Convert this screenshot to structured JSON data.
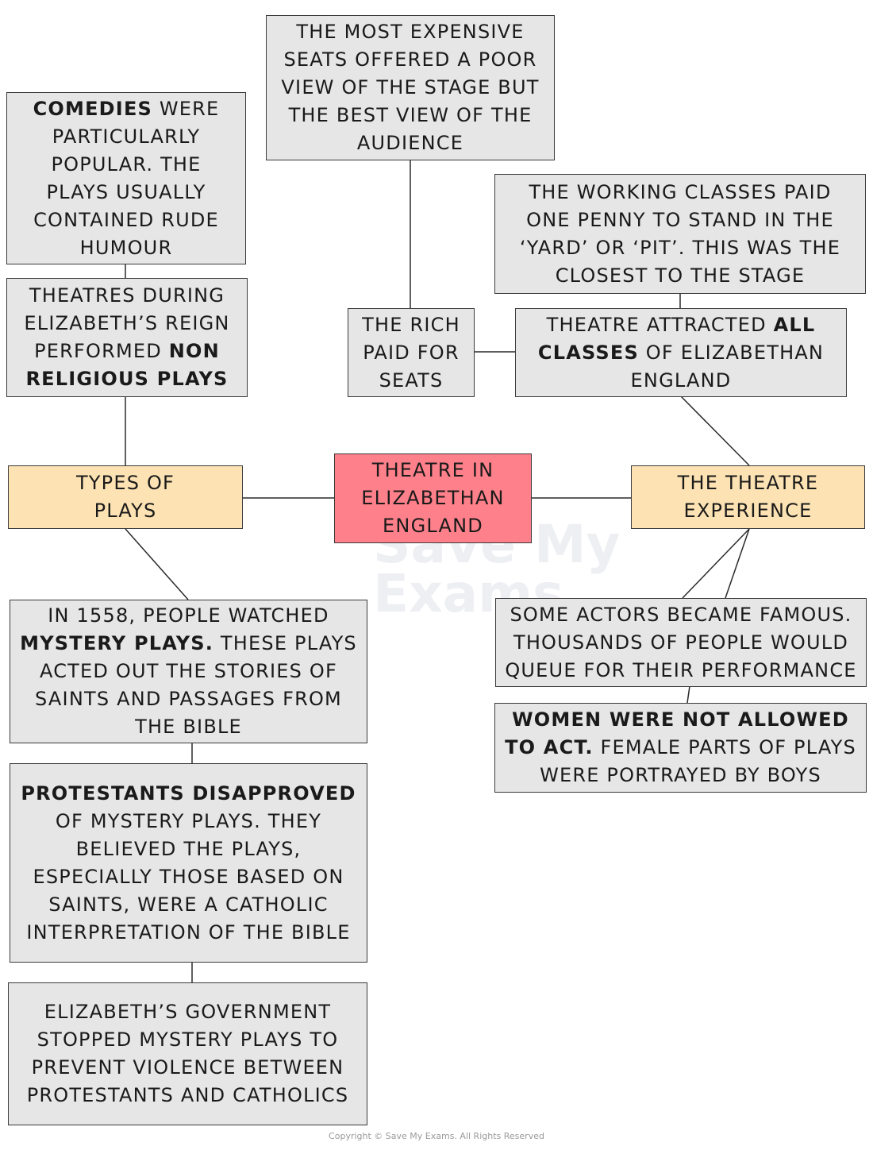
{
  "center": {
    "text": "THEATRE IN ELIZABETHAN ENGLAND"
  },
  "branches": {
    "types": {
      "text": "TYPES OF PLAYS"
    },
    "experience": {
      "text": "THE THEATRE EXPERIENCE"
    }
  },
  "types_nodes": {
    "comedies": [
      {
        "text": "COMEDIES",
        "bold": true
      },
      {
        "text": " WERE PARTICULARLY POPULAR. THE PLAYS USUALLY CONTAINED RUDE HUMOUR",
        "bold": false
      }
    ],
    "non_religious": [
      {
        "text": "THEATRES DURING ELIZABETH’S REIGN PERFORMED ",
        "bold": false
      },
      {
        "text": "NON RELIGIOUS PLAYS",
        "bold": true
      }
    ],
    "mystery": [
      {
        "text": "IN 1558, PEOPLE WATCHED ",
        "bold": false
      },
      {
        "text": "MYSTERY PLAYS.",
        "bold": true
      },
      {
        "text": " THESE PLAYS ACTED OUT THE STORIES OF SAINTS AND PASSAGES FROM THE BIBLE",
        "bold": false
      }
    ],
    "protestants": [
      {
        "text": "PROTESTANTS DISAPPROVED",
        "bold": true
      },
      {
        "text": " OF MYSTERY PLAYS. THEY BELIEVED THE PLAYS, ESPECIALLY THOSE BASED ON SAINTS, WERE A CATHOLIC INTERPRETATION OF THE BIBLE",
        "bold": false
      }
    ],
    "government": [
      {
        "text": "ELIZABETH’S GOVERNMENT STOPPED MYSTERY PLAYS TO PREVENT VIOLENCE BETWEEN PROTESTANTS AND CATHOLICS",
        "bold": false
      }
    ]
  },
  "experience_nodes": {
    "expensive_seats": [
      {
        "text": "THE MOST EXPENSIVE SEATS OFFERED A POOR VIEW OF THE STAGE BUT THE BEST VIEW OF THE AUDIENCE",
        "bold": false
      }
    ],
    "working_classes": [
      {
        "text": "THE WORKING CLASSES PAID ONE PENNY TO STAND IN THE ‘YARD’ OR ‘PIT’. THIS WAS THE CLOSEST TO THE STAGE",
        "bold": false
      }
    ],
    "rich": [
      {
        "text": "THE RICH PAID FOR SEATS",
        "bold": false
      }
    ],
    "all_classes": [
      {
        "text": "THEATRE ATTRACTED ",
        "bold": false
      },
      {
        "text": "ALL CLASSES",
        "bold": true
      },
      {
        "text": " OF ELIZABETHAN ENGLAND",
        "bold": false
      }
    ],
    "actors": [
      {
        "text": "SOME ACTORS BECAME FAMOUS. THOUSANDS OF PEOPLE WOULD QUEUE FOR THEIR PERFORMANCE",
        "bold": false
      }
    ],
    "women": [
      {
        "text": "WOMEN WERE NOT ALLOWED TO ACT.",
        "bold": true
      },
      {
        "text": " FEMALE PARTS OF PLAYS WERE PORTRAYED BY BOYS",
        "bold": false
      }
    ]
  },
  "watermark": {
    "line1": "Save My",
    "line2": "Exams"
  },
  "footer": {
    "copyright": "Copyright © Save My Exams. All Rights Reserved"
  },
  "colors": {
    "center": "#fd808a",
    "branch": "#fde3b3",
    "node": "#e6e6e6",
    "line": "#2a2a2a"
  }
}
